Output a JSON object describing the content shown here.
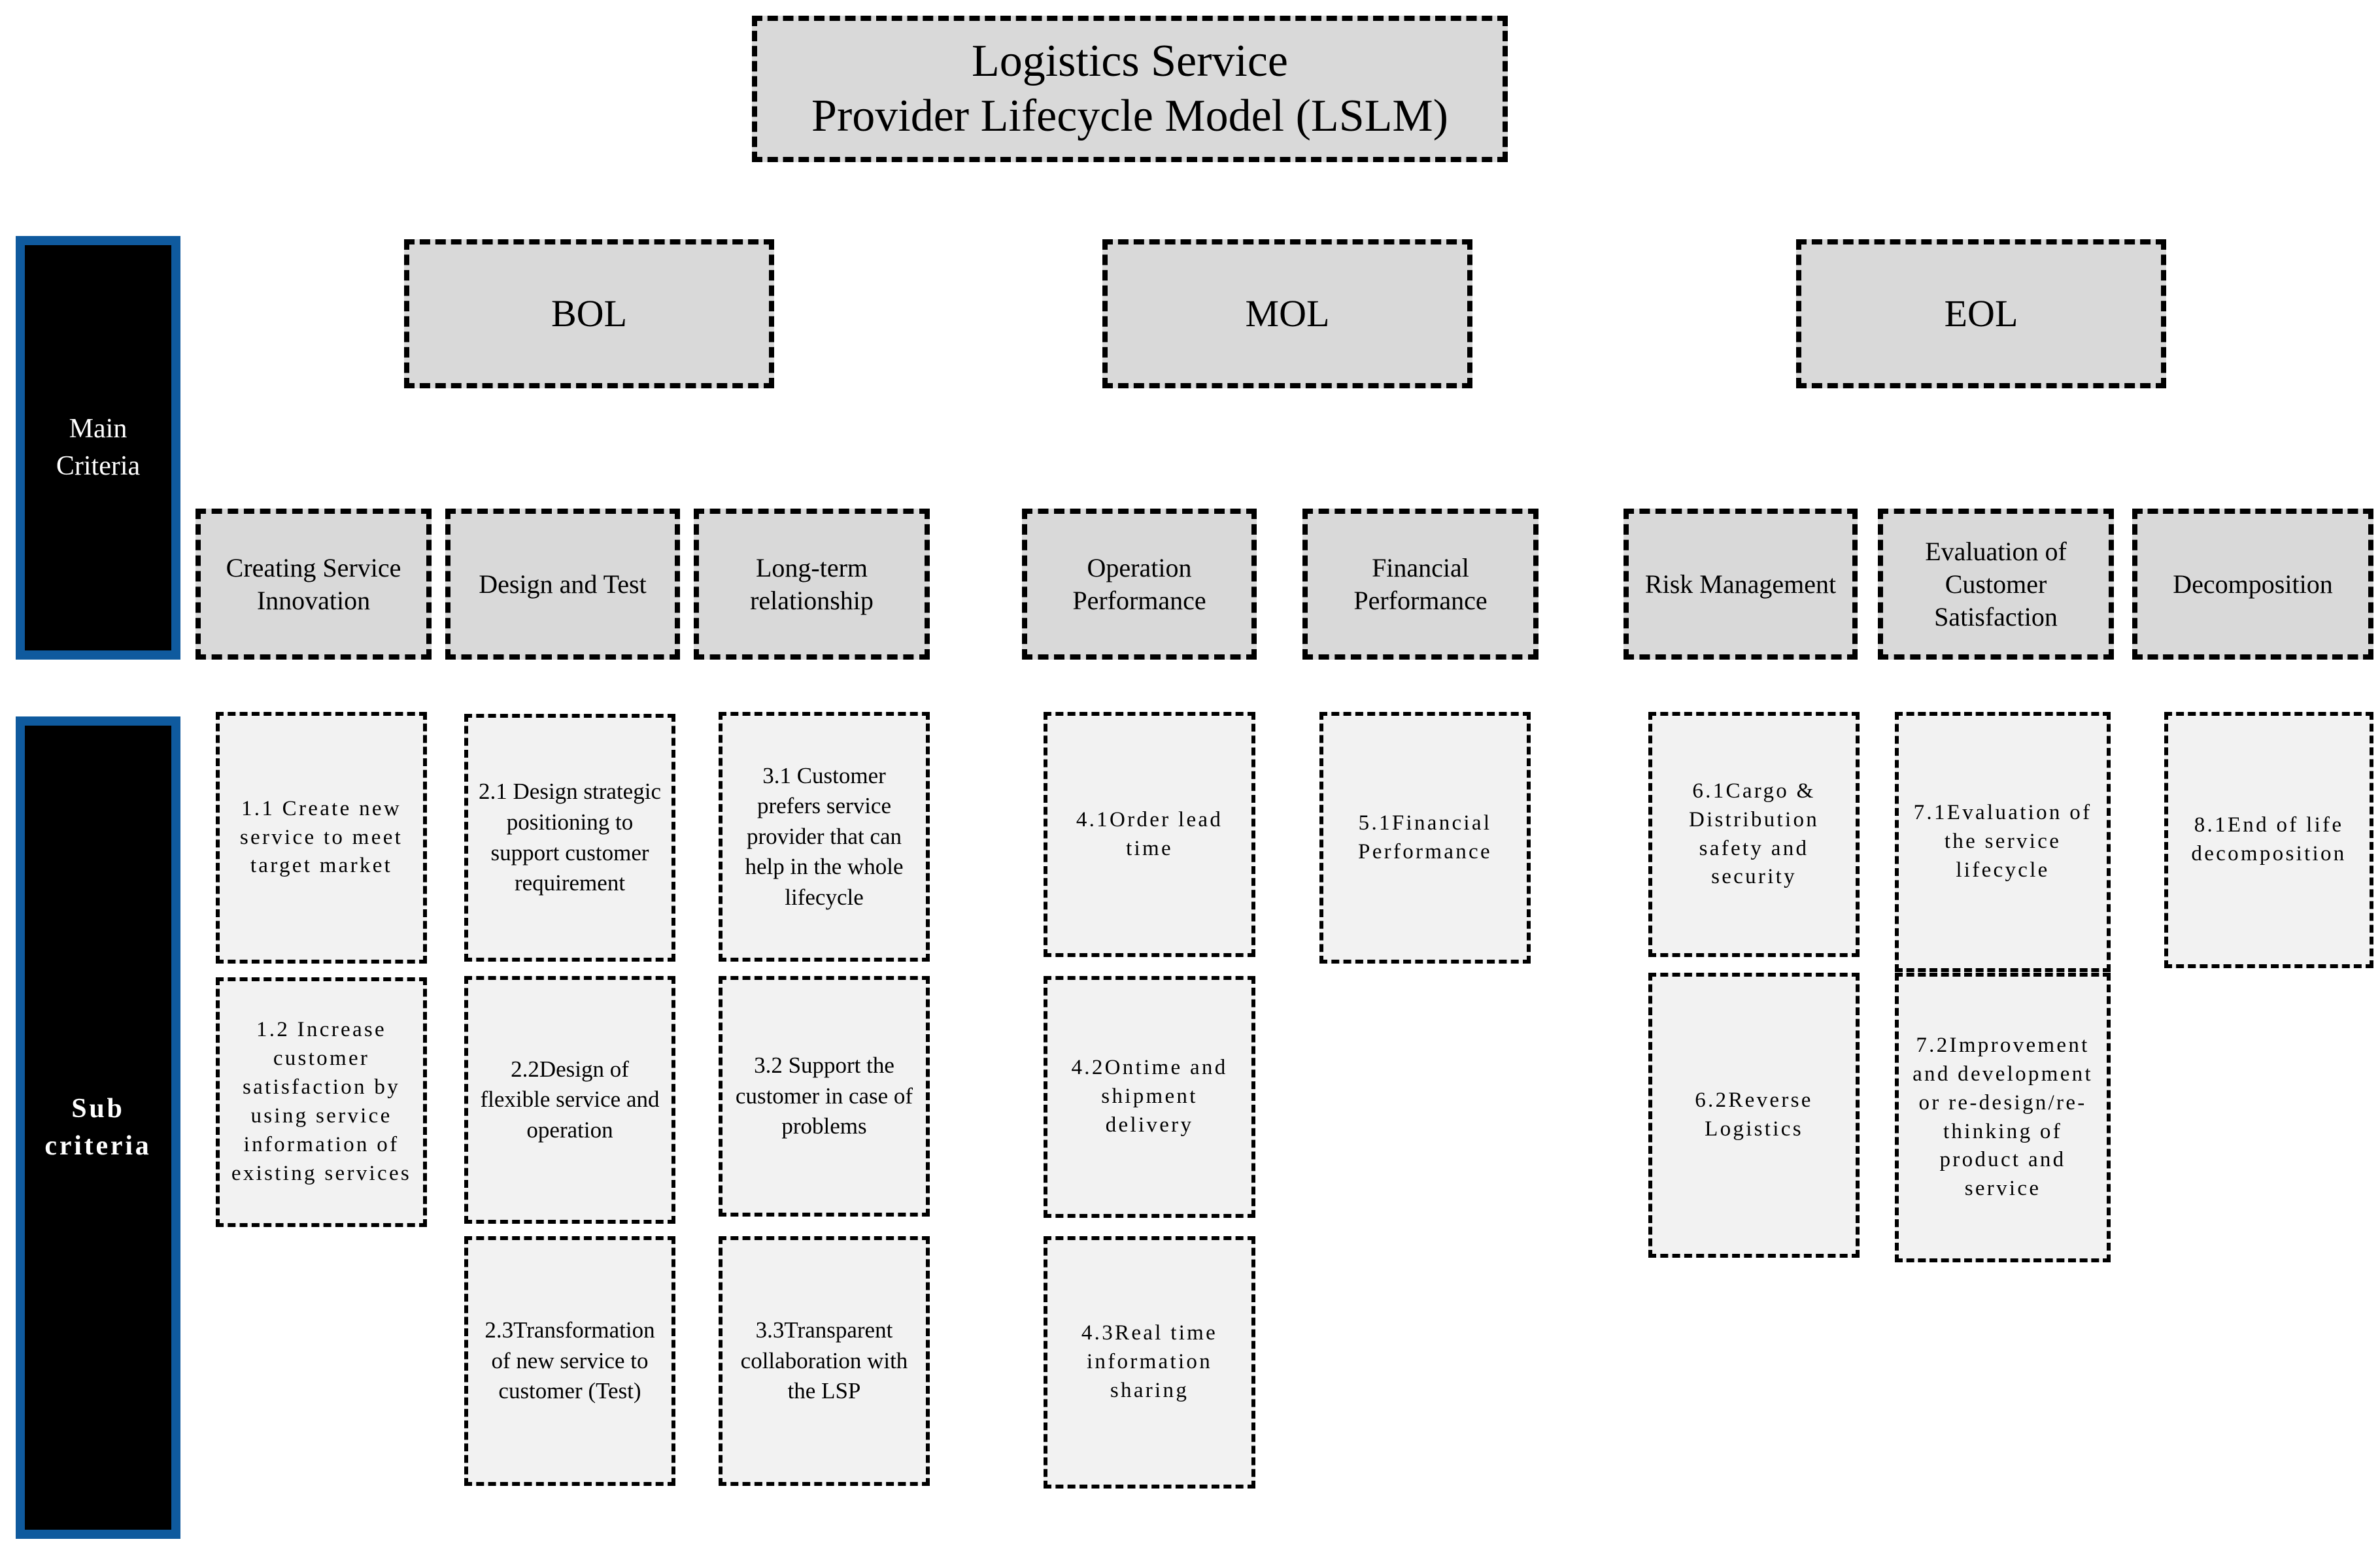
{
  "colors": {
    "phase_fill": "#d9d9d9",
    "sub_fill": "#f2f2f2",
    "axis_fill": "#000000",
    "axis_border_blue": "#0f5a9e",
    "dash_border": "#000000",
    "axis_text": "#ffffff"
  },
  "diagram": {
    "title": "Logistics Service\nProvider Lifecycle Model (LSLM)",
    "axis": {
      "main": "Main\nCriteria",
      "sub": "Sub\ncriteria"
    },
    "phases": [
      {
        "label": "BOL"
      },
      {
        "label": "MOL"
      },
      {
        "label": "EOL"
      }
    ],
    "criteria": [
      {
        "label": "Creating Service Innovation"
      },
      {
        "label": "Design and Test"
      },
      {
        "label": "Long-term relationship"
      },
      {
        "label": "Operation Performance"
      },
      {
        "label": "Financial Performance"
      },
      {
        "label": "Risk Management"
      },
      {
        "label": "Evaluation of Customer Satisfaction"
      },
      {
        "label": "Decomposition"
      }
    ],
    "subcriteria": [
      {
        "id": "1.1",
        "label": "1.1 Create new service to meet target market"
      },
      {
        "id": "1.2",
        "label": "1.2 Increase customer satisfaction by using service information of existing services"
      },
      {
        "id": "2.1",
        "label": "2.1 Design strategic positioning to support customer requirement"
      },
      {
        "id": "2.2",
        "label": "2.2Design of flexible service and operation"
      },
      {
        "id": "2.3",
        "label": "2.3Transformation of new service to customer (Test)"
      },
      {
        "id": "3.1",
        "label": "3.1 Customer prefers service provider that can help in the whole lifecycle"
      },
      {
        "id": "3.2",
        "label": "3.2 Support the customer in case of problems"
      },
      {
        "id": "3.3",
        "label": "3.3Transparent collaboration with the LSP"
      },
      {
        "id": "4.1",
        "label": "4.1Order lead time"
      },
      {
        "id": "4.2",
        "label": "4.2Ontime and shipment delivery"
      },
      {
        "id": "4.3",
        "label": "4.3Real time information sharing"
      },
      {
        "id": "5.1",
        "label": "5.1Financial Performance"
      },
      {
        "id": "6.1",
        "label": "6.1Cargo & Distribution safety and security"
      },
      {
        "id": "6.2",
        "label": "6.2Reverse Logistics"
      },
      {
        "id": "7.1",
        "label": "7.1Evaluation of the service lifecycle"
      },
      {
        "id": "7.2",
        "label": "7.2Improvement and development or re-design/re-thinking of product and service"
      },
      {
        "id": "8.1",
        "label": "8.1End of life decomposition"
      }
    ]
  }
}
